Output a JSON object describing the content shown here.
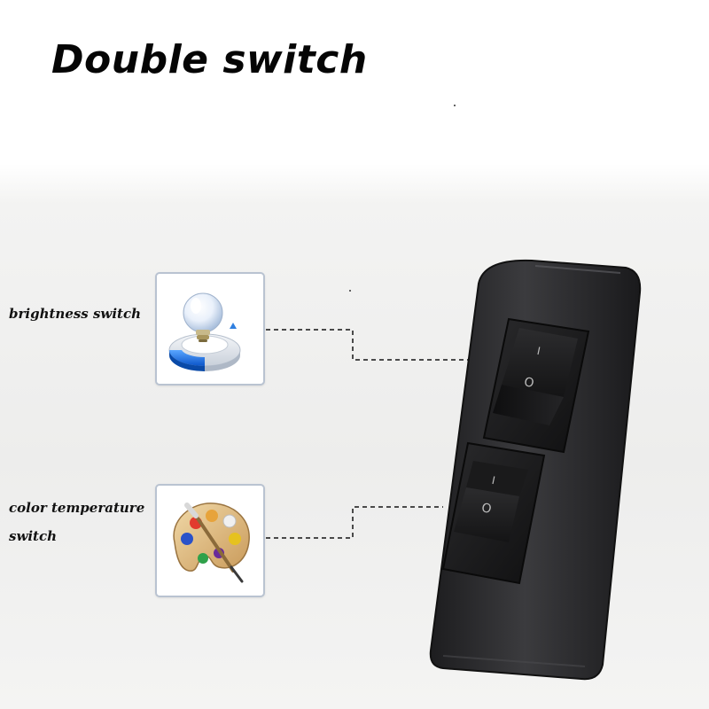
{
  "title": "Double switch",
  "callouts": [
    {
      "label": "brightness switch",
      "icon": "lightbulb-icon",
      "switch_symbols": [
        "I",
        "O"
      ]
    },
    {
      "label_lines": [
        "color temperature",
        "switch"
      ],
      "icon": "paint-palette-icon",
      "switch_symbols": [
        "I",
        "O"
      ]
    }
  ],
  "colors": {
    "housing": "#2b2b2d",
    "rocker": "#1b1b1c",
    "card_border": "#b9c3d1",
    "leader_line": "#4a4a4a"
  }
}
